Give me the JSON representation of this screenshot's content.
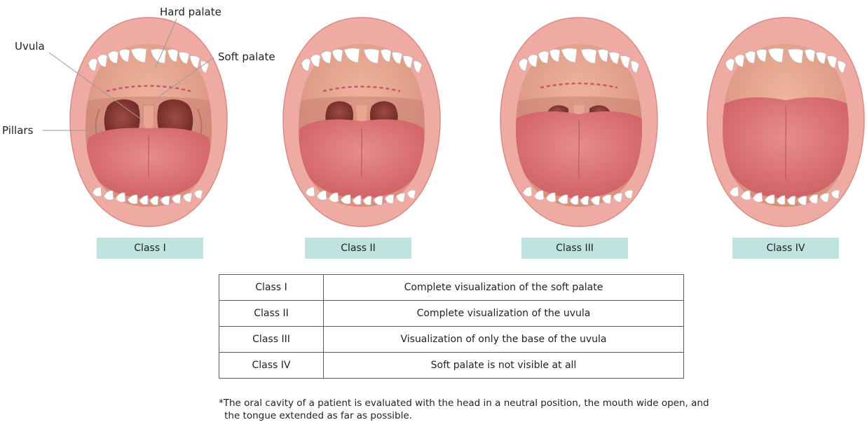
{
  "labels": {
    "hard_palate": "Hard palate",
    "uvula": "Uvula",
    "soft_palate": "Soft palate",
    "pillars": "Pillars"
  },
  "classes": [
    {
      "label": "Class I",
      "description": "Complete visualization of the soft palate"
    },
    {
      "label": "Class II",
      "description": "Complete visualization of the uvula"
    },
    {
      "label": "Class III",
      "description": "Visualization of only the base of the uvula"
    },
    {
      "label": "Class IV",
      "description": "Soft palate is not visible at all"
    }
  ],
  "footnote": "*The oral cavity of a patient is evaluated with the head in a neutral position, the mouth wide open, and the tongue extended as far as possible.",
  "colors": {
    "lip": "#eeaaa3",
    "lip_edge": "#d98c86",
    "palate": "#e7a58f",
    "cavity": "#7d2e2a",
    "tongue": "#e07a7d",
    "teeth": "#ffffff",
    "badge": "#bfe4df"
  }
}
